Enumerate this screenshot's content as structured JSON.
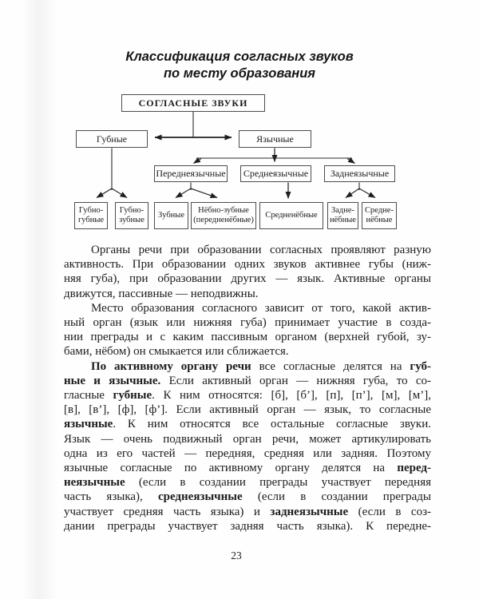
{
  "page": {
    "title_line1": "Классификация согласных звуков",
    "title_line2": "по месту образования",
    "number": "23"
  },
  "diagram": {
    "root": "СОГЛАСНЫЕ ЗВУКИ",
    "gubnye": "Губные",
    "yazychnye": "Язычные",
    "perednejazychnye": "Переднеязычные",
    "srednejazychnye": "Среднеязычные",
    "zadnejazychnye": "Заднеязычные",
    "gubno_gubnye": "Губно-\nгубные",
    "gubno_zubnye": "Губно-\nзубные",
    "zubnye": "Зубные",
    "nebno_zubnye": "Нёбно-зубные\n(передненёбные)",
    "srednenebnye": "Средненёбные",
    "zadnenebnye": "Задне-\nнёбные",
    "srednenebnye2": "Средне-\nнёбные"
  },
  "colors": {
    "ink": "#1c1c1c",
    "box_border": "#4d4d4d",
    "background": "#fefefe"
  },
  "body": {
    "lines": [
      {
        "indent": 1,
        "end": 0,
        "seg": [
          {
            "b": 0,
            "t": "Органы речи при образовании согласных проявляют разную"
          }
        ]
      },
      {
        "indent": 0,
        "end": 0,
        "seg": [
          {
            "b": 0,
            "t": "активность. При образовании одних звуков активнее губы (ниж-"
          }
        ]
      },
      {
        "indent": 0,
        "end": 0,
        "seg": [
          {
            "b": 0,
            "t": "няя губа), при образовании других — язык. Активные органы"
          }
        ]
      },
      {
        "indent": 0,
        "end": 1,
        "seg": [
          {
            "b": 0,
            "t": "движутся, пассивные — неподвижны."
          }
        ]
      },
      {
        "indent": 1,
        "end": 0,
        "seg": [
          {
            "b": 0,
            "t": "Место образования согласного зависит от того, какой актив-"
          }
        ]
      },
      {
        "indent": 0,
        "end": 0,
        "seg": [
          {
            "b": 0,
            "t": "ный орган (язык или нижняя губа) принимает участие в созда-"
          }
        ]
      },
      {
        "indent": 0,
        "end": 0,
        "seg": [
          {
            "b": 0,
            "t": "нии преграды и с каким пассивным органом (верхней губой, зу-"
          }
        ]
      },
      {
        "indent": 0,
        "end": 1,
        "seg": [
          {
            "b": 0,
            "t": "бами, нёбом) он смыкается или сближается."
          }
        ]
      },
      {
        "indent": 1,
        "end": 0,
        "seg": [
          {
            "b": 1,
            "t": "По активному органу речи"
          },
          {
            "b": 0,
            "t": " все согласные делятся на "
          },
          {
            "b": 1,
            "t": "губ-"
          }
        ]
      },
      {
        "indent": 0,
        "end": 0,
        "seg": [
          {
            "b": 1,
            "t": "ные и язычные."
          },
          {
            "b": 0,
            "t": " Если активный орган — нижняя губа, то со-"
          }
        ]
      },
      {
        "indent": 0,
        "end": 0,
        "seg": [
          {
            "b": 0,
            "t": "гласные "
          },
          {
            "b": 1,
            "t": "губные"
          },
          {
            "b": 0,
            "t": ". К ним относятся: [б], [б’], [п], [п’], [м], [м’],"
          }
        ]
      },
      {
        "indent": 0,
        "end": 0,
        "seg": [
          {
            "b": 0,
            "t": "[в], [в’], [ф], [ф’]. Если активный орган — язык, то согласные"
          }
        ]
      },
      {
        "indent": 0,
        "end": 0,
        "seg": [
          {
            "b": 1,
            "t": "язычные"
          },
          {
            "b": 0,
            "t": ". К ним относятся все остальные согласные звуки."
          }
        ]
      },
      {
        "indent": 0,
        "end": 0,
        "seg": [
          {
            "b": 0,
            "t": "Язык — очень подвижный орган речи, может артикулировать"
          }
        ]
      },
      {
        "indent": 0,
        "end": 0,
        "seg": [
          {
            "b": 0,
            "t": "одна из его частей — передняя, средняя или задняя. Поэтому"
          }
        ]
      },
      {
        "indent": 0,
        "end": 0,
        "seg": [
          {
            "b": 0,
            "t": "язычные согласные по активному органу делятся на "
          },
          {
            "b": 1,
            "t": "перед-"
          }
        ]
      },
      {
        "indent": 0,
        "end": 0,
        "seg": [
          {
            "b": 1,
            "t": "неязычные"
          },
          {
            "b": 0,
            "t": " (если в создании преграды участвует передняя"
          }
        ]
      },
      {
        "indent": 0,
        "end": 0,
        "seg": [
          {
            "b": 0,
            "t": "часть языка), "
          },
          {
            "b": 1,
            "t": "среднеязычные"
          },
          {
            "b": 0,
            "t": " (если в создании преграды"
          }
        ]
      },
      {
        "indent": 0,
        "end": 0,
        "seg": [
          {
            "b": 0,
            "t": "участвует средняя часть языка) и "
          },
          {
            "b": 1,
            "t": "заднеязычные"
          },
          {
            "b": 0,
            "t": " (если в соз-"
          }
        ]
      },
      {
        "indent": 0,
        "end": 0,
        "seg": [
          {
            "b": 0,
            "t": "дании преграды участвует задняя часть языка). К передне-"
          }
        ]
      }
    ]
  }
}
